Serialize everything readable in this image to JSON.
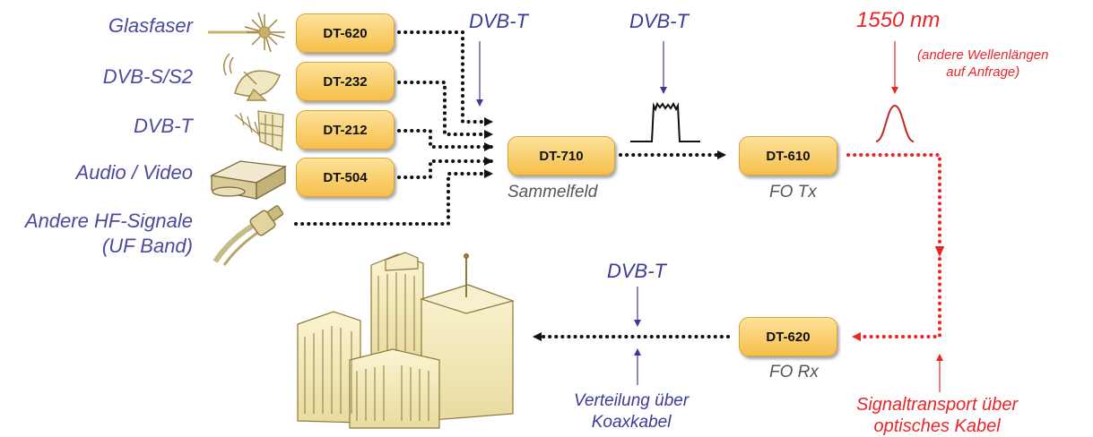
{
  "sources": [
    {
      "label": "Glasfaser",
      "icon": "fiber-laser-icon"
    },
    {
      "label": "DVB-S/S2",
      "icon": "satellite-dish-icon"
    },
    {
      "label": "DVB-T",
      "icon": "antenna-icon"
    },
    {
      "label": "Audio / Video",
      "icon": "dvd-player-icon"
    },
    {
      "label": "Andere HF-Signale",
      "label2": "(UF Band)",
      "icon": "coax-cable-icon"
    }
  ],
  "modules": {
    "dt620_in": "DT-620",
    "dt232": "DT-232",
    "dt212": "DT-212",
    "dt504": "DT-504",
    "dt710": "DT-710",
    "dt610": "DT-610",
    "dt620_out": "DT-620"
  },
  "captions": {
    "sammelfeld": "Sammelfeld",
    "fo_tx": "FO Tx",
    "fo_rx": "FO Rx"
  },
  "annotations": {
    "dvbt_1": "DVB-T",
    "dvbt_2": "DVB-T",
    "wavelength": "1550 nm",
    "wavelength_note_1": "(andere Wellenlängen",
    "wavelength_note_2": "auf Anfrage)",
    "dvbt_3": "DVB-T",
    "distribution_1": "Verteilung über",
    "distribution_2": "Koaxkabel",
    "transport_1": "Signaltransport über",
    "transport_2": "optisches Kabel"
  },
  "colors": {
    "electrical_link": "#111111",
    "optical_link": "#e8262a",
    "label_blue": "#3b3b96",
    "module_fill": "#f8c95a"
  },
  "icons": [
    "fiber-laser-icon",
    "satellite-dish-icon",
    "antenna-icon",
    "dvd-player-icon",
    "coax-cable-icon",
    "city-buildings-icon"
  ]
}
